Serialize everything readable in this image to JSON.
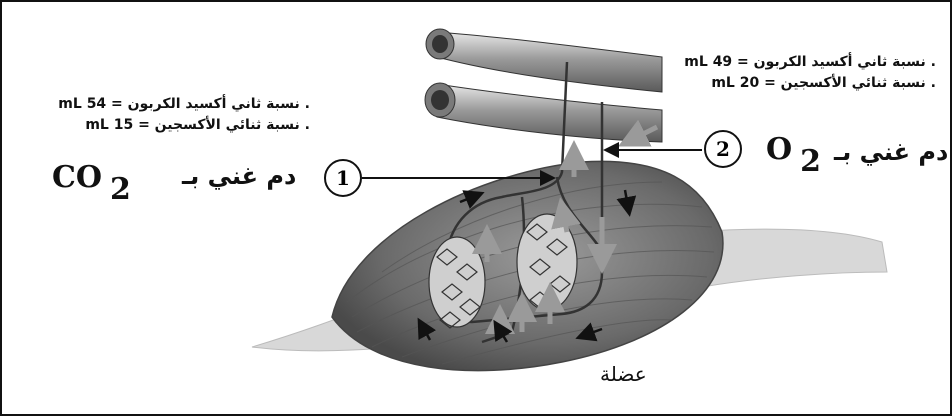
{
  "left_info": {
    "co2_line": ". نسبة ثاني أكسيد الكربون = 54 mL",
    "o2_line": ". نسبة ثنائي الأكسجين = 15 mL"
  },
  "right_info": {
    "co2_line": ". نسبة ثاني أكسيد الكربون = 49 mL",
    "o2_line": ". نسبة ثنائي الأكسجين = 20 mL"
  },
  "left_blood": {
    "text": "دم غني بـ",
    "formula": "CO",
    "subscript": "2",
    "marker": "1"
  },
  "right_blood": {
    "text": "دم غني بـ",
    "formula": "O",
    "subscript": "2",
    "marker": "2"
  },
  "muscle_label": "عضلة",
  "colors": {
    "vessel": "#8a8a8a",
    "muscle": "#6f6f6f",
    "arrow_gray": "#9a9a9a",
    "arrow_black": "#111111"
  }
}
